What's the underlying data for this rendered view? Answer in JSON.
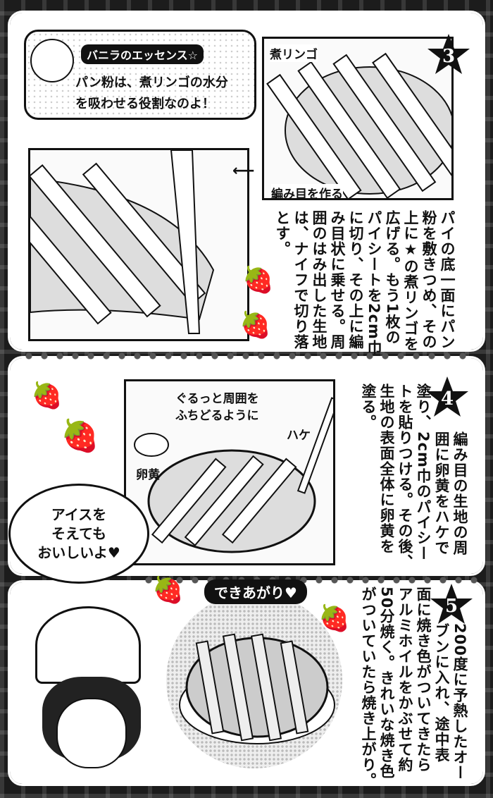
{
  "tip": {
    "title": "バニラのエッセンス☆",
    "lines": [
      "パン粉は、煮リンゴの水分",
      "を吸わせる役割なのよ！"
    ]
  },
  "step3": {
    "number": "3",
    "label_apple": "煮リンゴ",
    "label_lattice": "編み目を作る",
    "columns": [
      "パイの底一面にパン",
      "粉を敷きつめ、その",
      "上に★の煮リンゴを",
      "広げる。もう1枚の",
      "パイシートを2cm巾",
      "に切り、その上に編",
      "み目状に乗せる。周",
      "囲のはみ出した生地",
      "は、ナイフで切り落",
      "とす。"
    ]
  },
  "step4": {
    "number": "4",
    "caption": [
      "ぐるっと周囲を",
      "ふちどるように"
    ],
    "label_brush": "ハケ",
    "label_yolk": "卵黄",
    "columns": [
      "編み目の生地の周",
      "囲に卵黄をハケで",
      "塗り、",
      "2cm巾のパイシー",
      "トを貼りつける。その後、",
      "生地の表面全体に卵黄を",
      "塗る。"
    ]
  },
  "speech": [
    "アイスを",
    "そえても",
    "おいしいよ♥"
  ],
  "step5": {
    "number": "5",
    "done": "できあがり♥",
    "columns": [
      "200度に予熱したオー",
      "ブンに入れ、途中表",
      "面に焼き色がついてきたら",
      "アルミホイルをかぶせて約",
      "50分焼く。きれいな焼き色",
      "がついていたら焼き上がり。"
    ]
  },
  "colors": {
    "ink": "#111111",
    "paper": "#ffffff",
    "border": "#1c1c1c"
  }
}
